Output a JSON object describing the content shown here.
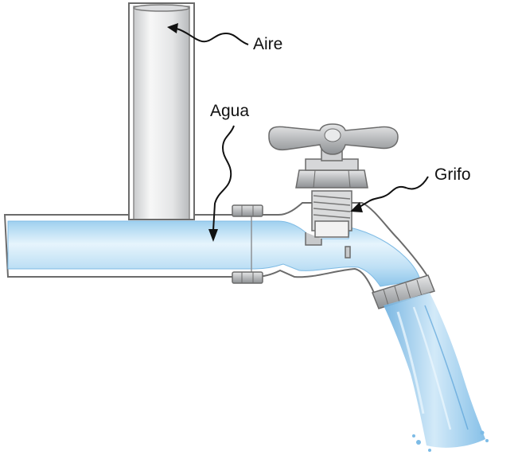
{
  "labels": {
    "air": "Aire",
    "water": "Agua",
    "faucet": "Grifo"
  },
  "colors": {
    "water": "#b7dcf3",
    "water_light": "#e6f4fc",
    "water_dark": "#7fbbe4",
    "pipe_outline": "#6b6b6b",
    "metal": "#c7c9cb",
    "metal_dark": "#8e9194"
  }
}
